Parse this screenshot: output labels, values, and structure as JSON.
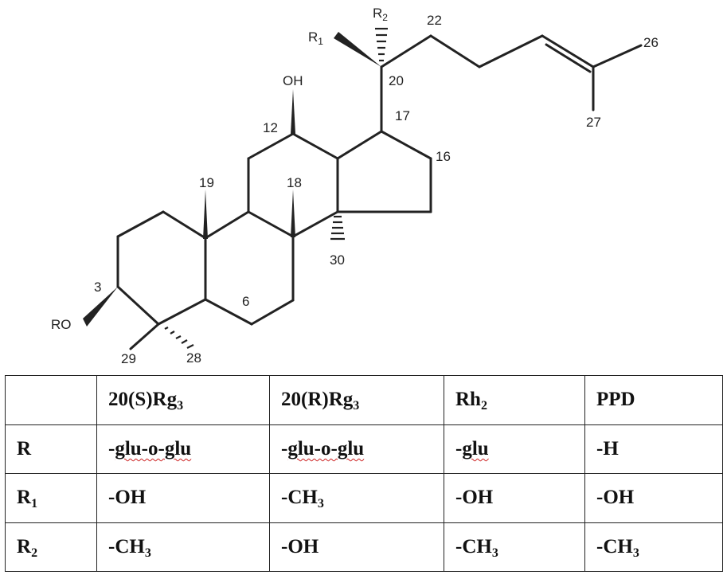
{
  "structure": {
    "labels": {
      "oh": "OH",
      "ro": "RO",
      "r1": "R",
      "r1_sub": "1",
      "r2": "R",
      "r2_sub": "2"
    },
    "numbers": [
      "3",
      "6",
      "12",
      "16",
      "17",
      "18",
      "19",
      "20",
      "22",
      "26",
      "27",
      "28",
      "29",
      "30"
    ]
  },
  "table": {
    "header": {
      "blank": "",
      "c1_main": "20(S)Rg",
      "c1_sub": "3",
      "c2_main": "20(R)Rg",
      "c2_sub": "3",
      "c3_main": "Rh",
      "c3_sub": "2",
      "c4": "PPD"
    },
    "rows": [
      {
        "label": "R",
        "label_sub": "",
        "cells": [
          {
            "main": "-",
            "sq": "glu-o-glu",
            "sub": ""
          },
          {
            "main": "-",
            "sq": "glu-o-glu",
            "sub": ""
          },
          {
            "main": "-",
            "sq": "glu",
            "sub": ""
          },
          {
            "main": "-H",
            "sq": "",
            "sub": ""
          }
        ]
      },
      {
        "label": "R",
        "label_sub": "1",
        "cells": [
          {
            "main": "-OH",
            "sq": "",
            "sub": ""
          },
          {
            "main": "-CH",
            "sq": "",
            "sub": "3"
          },
          {
            "main": "-OH",
            "sq": "",
            "sub": ""
          },
          {
            "main": "-OH",
            "sq": "",
            "sub": ""
          }
        ]
      },
      {
        "label": "R",
        "label_sub": "2",
        "cells": [
          {
            "main": "-CH",
            "sq": "",
            "sub": "3"
          },
          {
            "main": "-OH",
            "sq": "",
            "sub": ""
          },
          {
            "main": "-CH",
            "sq": "",
            "sub": "3"
          },
          {
            "main": "-CH",
            "sq": "",
            "sub": "3"
          }
        ]
      }
    ]
  }
}
